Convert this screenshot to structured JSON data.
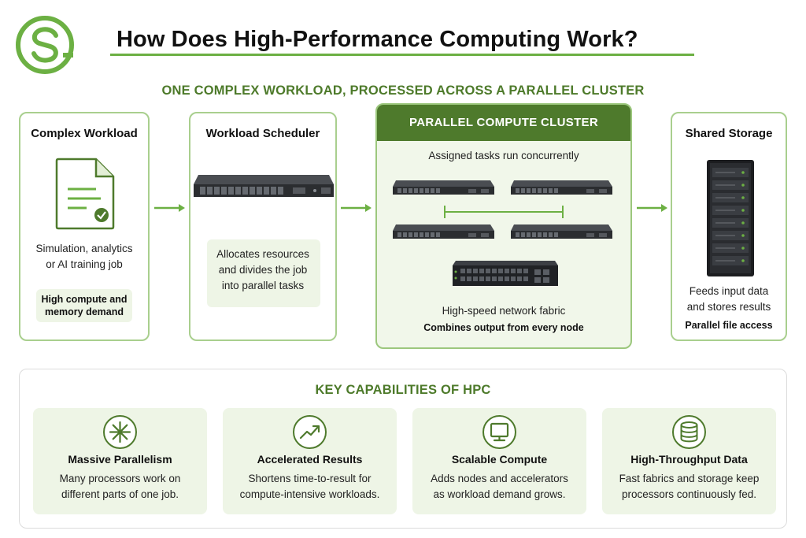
{
  "header": {
    "title": "How Does High-Performance Computing Work?",
    "subtitle": "ONE COMPLEX WORKLOAD, PROCESSED ACROSS A PARALLEL CLUSTER",
    "logo_letter": "S"
  },
  "colors": {
    "accent_green": "#6cb043",
    "dark_green": "#4e7a2c",
    "heading_green": "#4d7a2a",
    "light_green_fill": "#eef5e6",
    "border_green": "#a9cf8e"
  },
  "workload": {
    "title": "Complex Workload",
    "description_line1": "Simulation, analytics",
    "description_line2": "or AI training job",
    "badge_line1": "High compute and",
    "badge_line2": "memory demand",
    "icon": "document-check-icon"
  },
  "scheduler": {
    "title": "Workload Scheduler",
    "note_line1": "Allocates resources",
    "note_line2": "and divides the job",
    "note_line3": "into parallel tasks",
    "icon": "rack-server-icon"
  },
  "cluster": {
    "title": "PARALLEL COMPUTE CLUSTER",
    "caption": "Assigned tasks run concurrently",
    "fabric_label": "High-speed network fabric",
    "fabric_bold": "Combines output from every node",
    "icon": "network-switch-icon"
  },
  "storage": {
    "title": "Shared Storage",
    "description_line1": "Feeds input data",
    "description_line2": "and stores results",
    "bold": "Parallel file access",
    "icon": "storage-array-icon"
  },
  "capabilities": {
    "heading": "KEY CAPABILITIES OF HPC",
    "items": [
      {
        "title": "Massive Parallelism",
        "line1": "Many processors work on",
        "line2": "different parts of one job.",
        "icon": "asterisk-icon"
      },
      {
        "title": "Accelerated Results",
        "line1": "Shortens time-to-result for",
        "line2": "compute-intensive workloads.",
        "icon": "trend-up-icon"
      },
      {
        "title": "Scalable Compute",
        "line1": "Adds nodes and accelerators",
        "line2": "as workload demand grows.",
        "icon": "monitor-icon"
      },
      {
        "title": "High-Throughput Data",
        "line1": "Fast fabrics and storage keep",
        "line2": "processors continuously fed.",
        "icon": "database-icon"
      }
    ]
  }
}
